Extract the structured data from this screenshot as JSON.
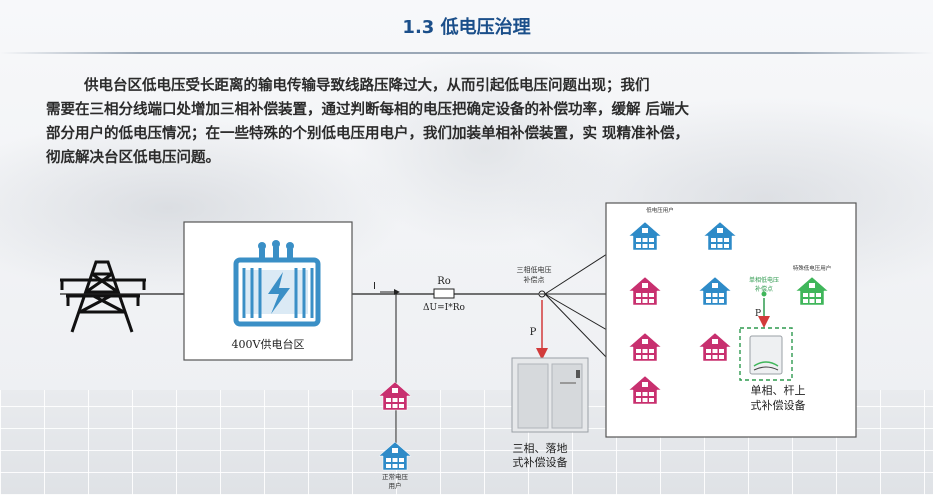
{
  "title": "1.3 低电压治理",
  "paragraph": {
    "line1": "供电台区低电压受长距离的输电传输导致线路压降过大，从而引起低电压问题出现；我们",
    "line2": "需要在三相分线端口处增加三相补偿装置，通过判断每相的电压把确定设备的补偿功率，缓解  后端大",
    "line3": "部分用户的低电压情况；在一些特殊的个别低电压用电户，我们加装单相补偿装置，实  现精准补偿，",
    "line4": "彻底解决台区低电压问题。"
  },
  "diagram": {
    "transformer_label": "400V供电台区",
    "current_label": "I",
    "resistance_label": "Ro",
    "voltage_drop_label": "ΔU=I*Ro",
    "three_phase_point_label_1": "三相低电压",
    "three_phase_point_label_2": "补偿点",
    "power_label_1": "P",
    "power_label_2": "P",
    "low_voltage_users_label": "低电压用户",
    "special_user_label": "特殊低电压用户",
    "single_phase_point_label_1": "单相低电压",
    "single_phase_point_label_2": "补偿点",
    "single_device_label_1": "单相、杆上",
    "single_device_label_2": "式补偿设备",
    "three_device_label_1": "三相、落地",
    "three_device_label_2": "式补偿设备",
    "normal_user_label_1": "正常电压",
    "normal_user_label_2": "用户"
  },
  "colors": {
    "title": "#1b4f8a",
    "house_blue": "#2e8bc8",
    "house_pink": "#c8306f",
    "house_green": "#3fb65a",
    "transformer": "#3a8fc6",
    "dashed_box": "#2f9a4f",
    "arrow_red": "#d23b3b"
  }
}
